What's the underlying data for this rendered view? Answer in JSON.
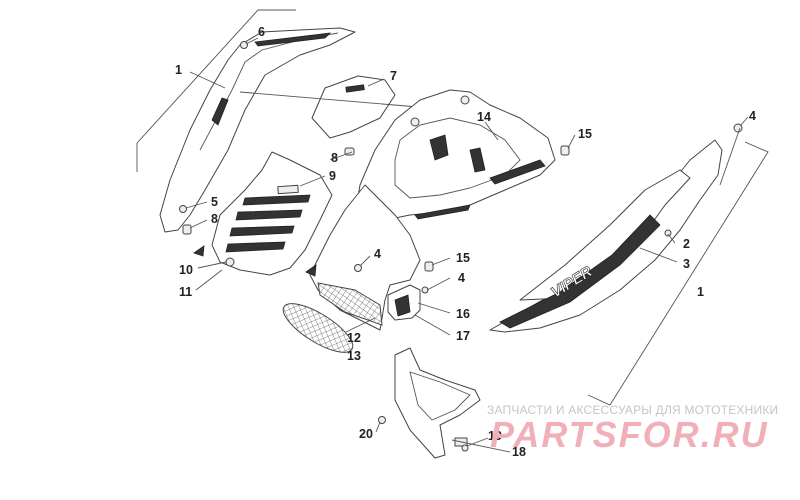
{
  "diagram": {
    "callouts": [
      {
        "id": "c1a",
        "label": "1"
      },
      {
        "id": "c1b",
        "label": "1"
      },
      {
        "id": "c2",
        "label": "2"
      },
      {
        "id": "c3",
        "label": "3"
      },
      {
        "id": "c4a",
        "label": "4"
      },
      {
        "id": "c4b",
        "label": "4"
      },
      {
        "id": "c4c",
        "label": "4"
      },
      {
        "id": "c5",
        "label": "5"
      },
      {
        "id": "c6",
        "label": "6"
      },
      {
        "id": "c7",
        "label": "7"
      },
      {
        "id": "c8a",
        "label": "8"
      },
      {
        "id": "c8b",
        "label": "8"
      },
      {
        "id": "c9",
        "label": "9"
      },
      {
        "id": "c10",
        "label": "10"
      },
      {
        "id": "c11",
        "label": "11"
      },
      {
        "id": "c12",
        "label": "12"
      },
      {
        "id": "c13",
        "label": "13"
      },
      {
        "id": "c14",
        "label": "14"
      },
      {
        "id": "c15a",
        "label": "15"
      },
      {
        "id": "c15b",
        "label": "15"
      },
      {
        "id": "c16",
        "label": "16"
      },
      {
        "id": "c17",
        "label": "17"
      },
      {
        "id": "c18",
        "label": "18"
      },
      {
        "id": "c19",
        "label": "19"
      },
      {
        "id": "c20",
        "label": "20"
      }
    ],
    "decal_text": "VIPER"
  },
  "watermark": {
    "tagline": "ЗАПЧАСТИ И АКСЕССУАРЫ ДЛЯ МОТОТЕХНИКИ",
    "logo": "PARTSFOR.RU"
  }
}
